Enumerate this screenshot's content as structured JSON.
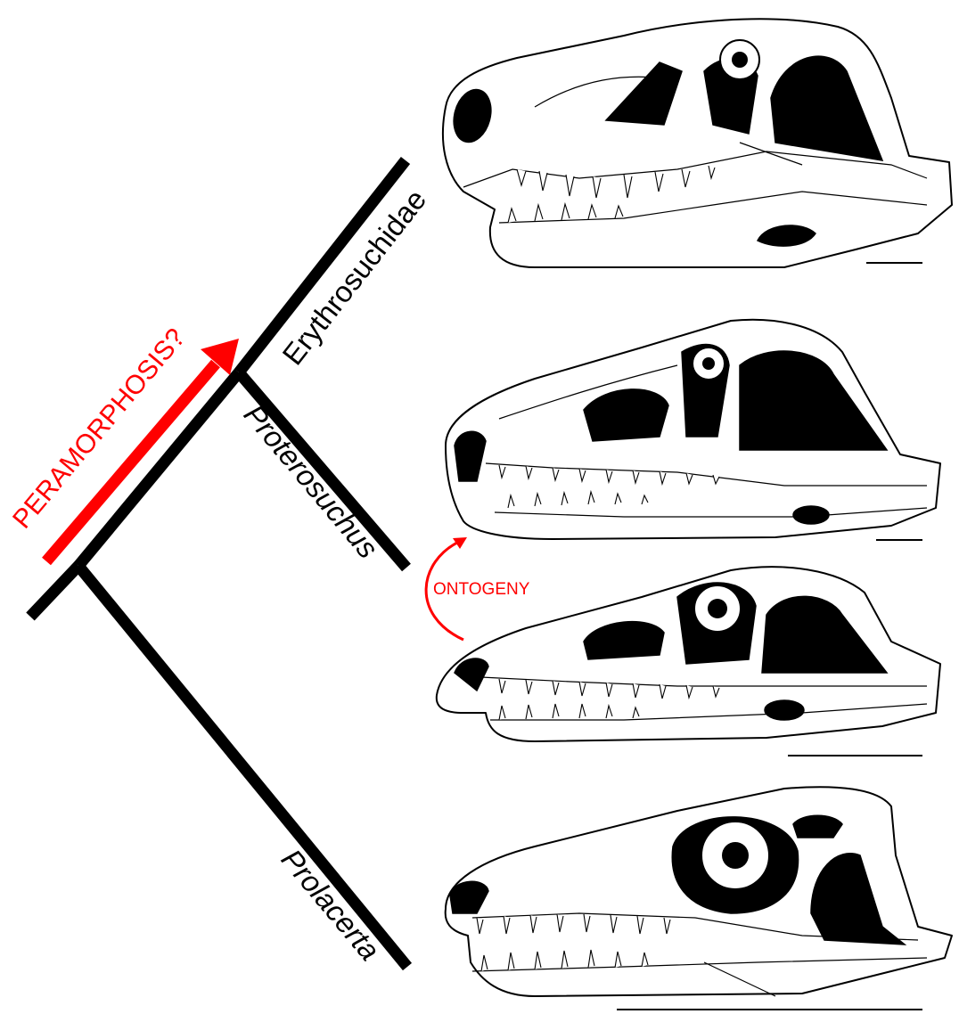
{
  "taxa": {
    "erythrosuchidae": "Erythrosuchidae",
    "proterosuchus": "Proterosuchus",
    "prolacerta": "Prolacerta"
  },
  "annotations": {
    "peramorphosis": "PERAMORPHOSIS?",
    "ontogeny": "ONTOGENY"
  },
  "colors": {
    "tree": "#000000",
    "highlight": "#ff0000"
  }
}
